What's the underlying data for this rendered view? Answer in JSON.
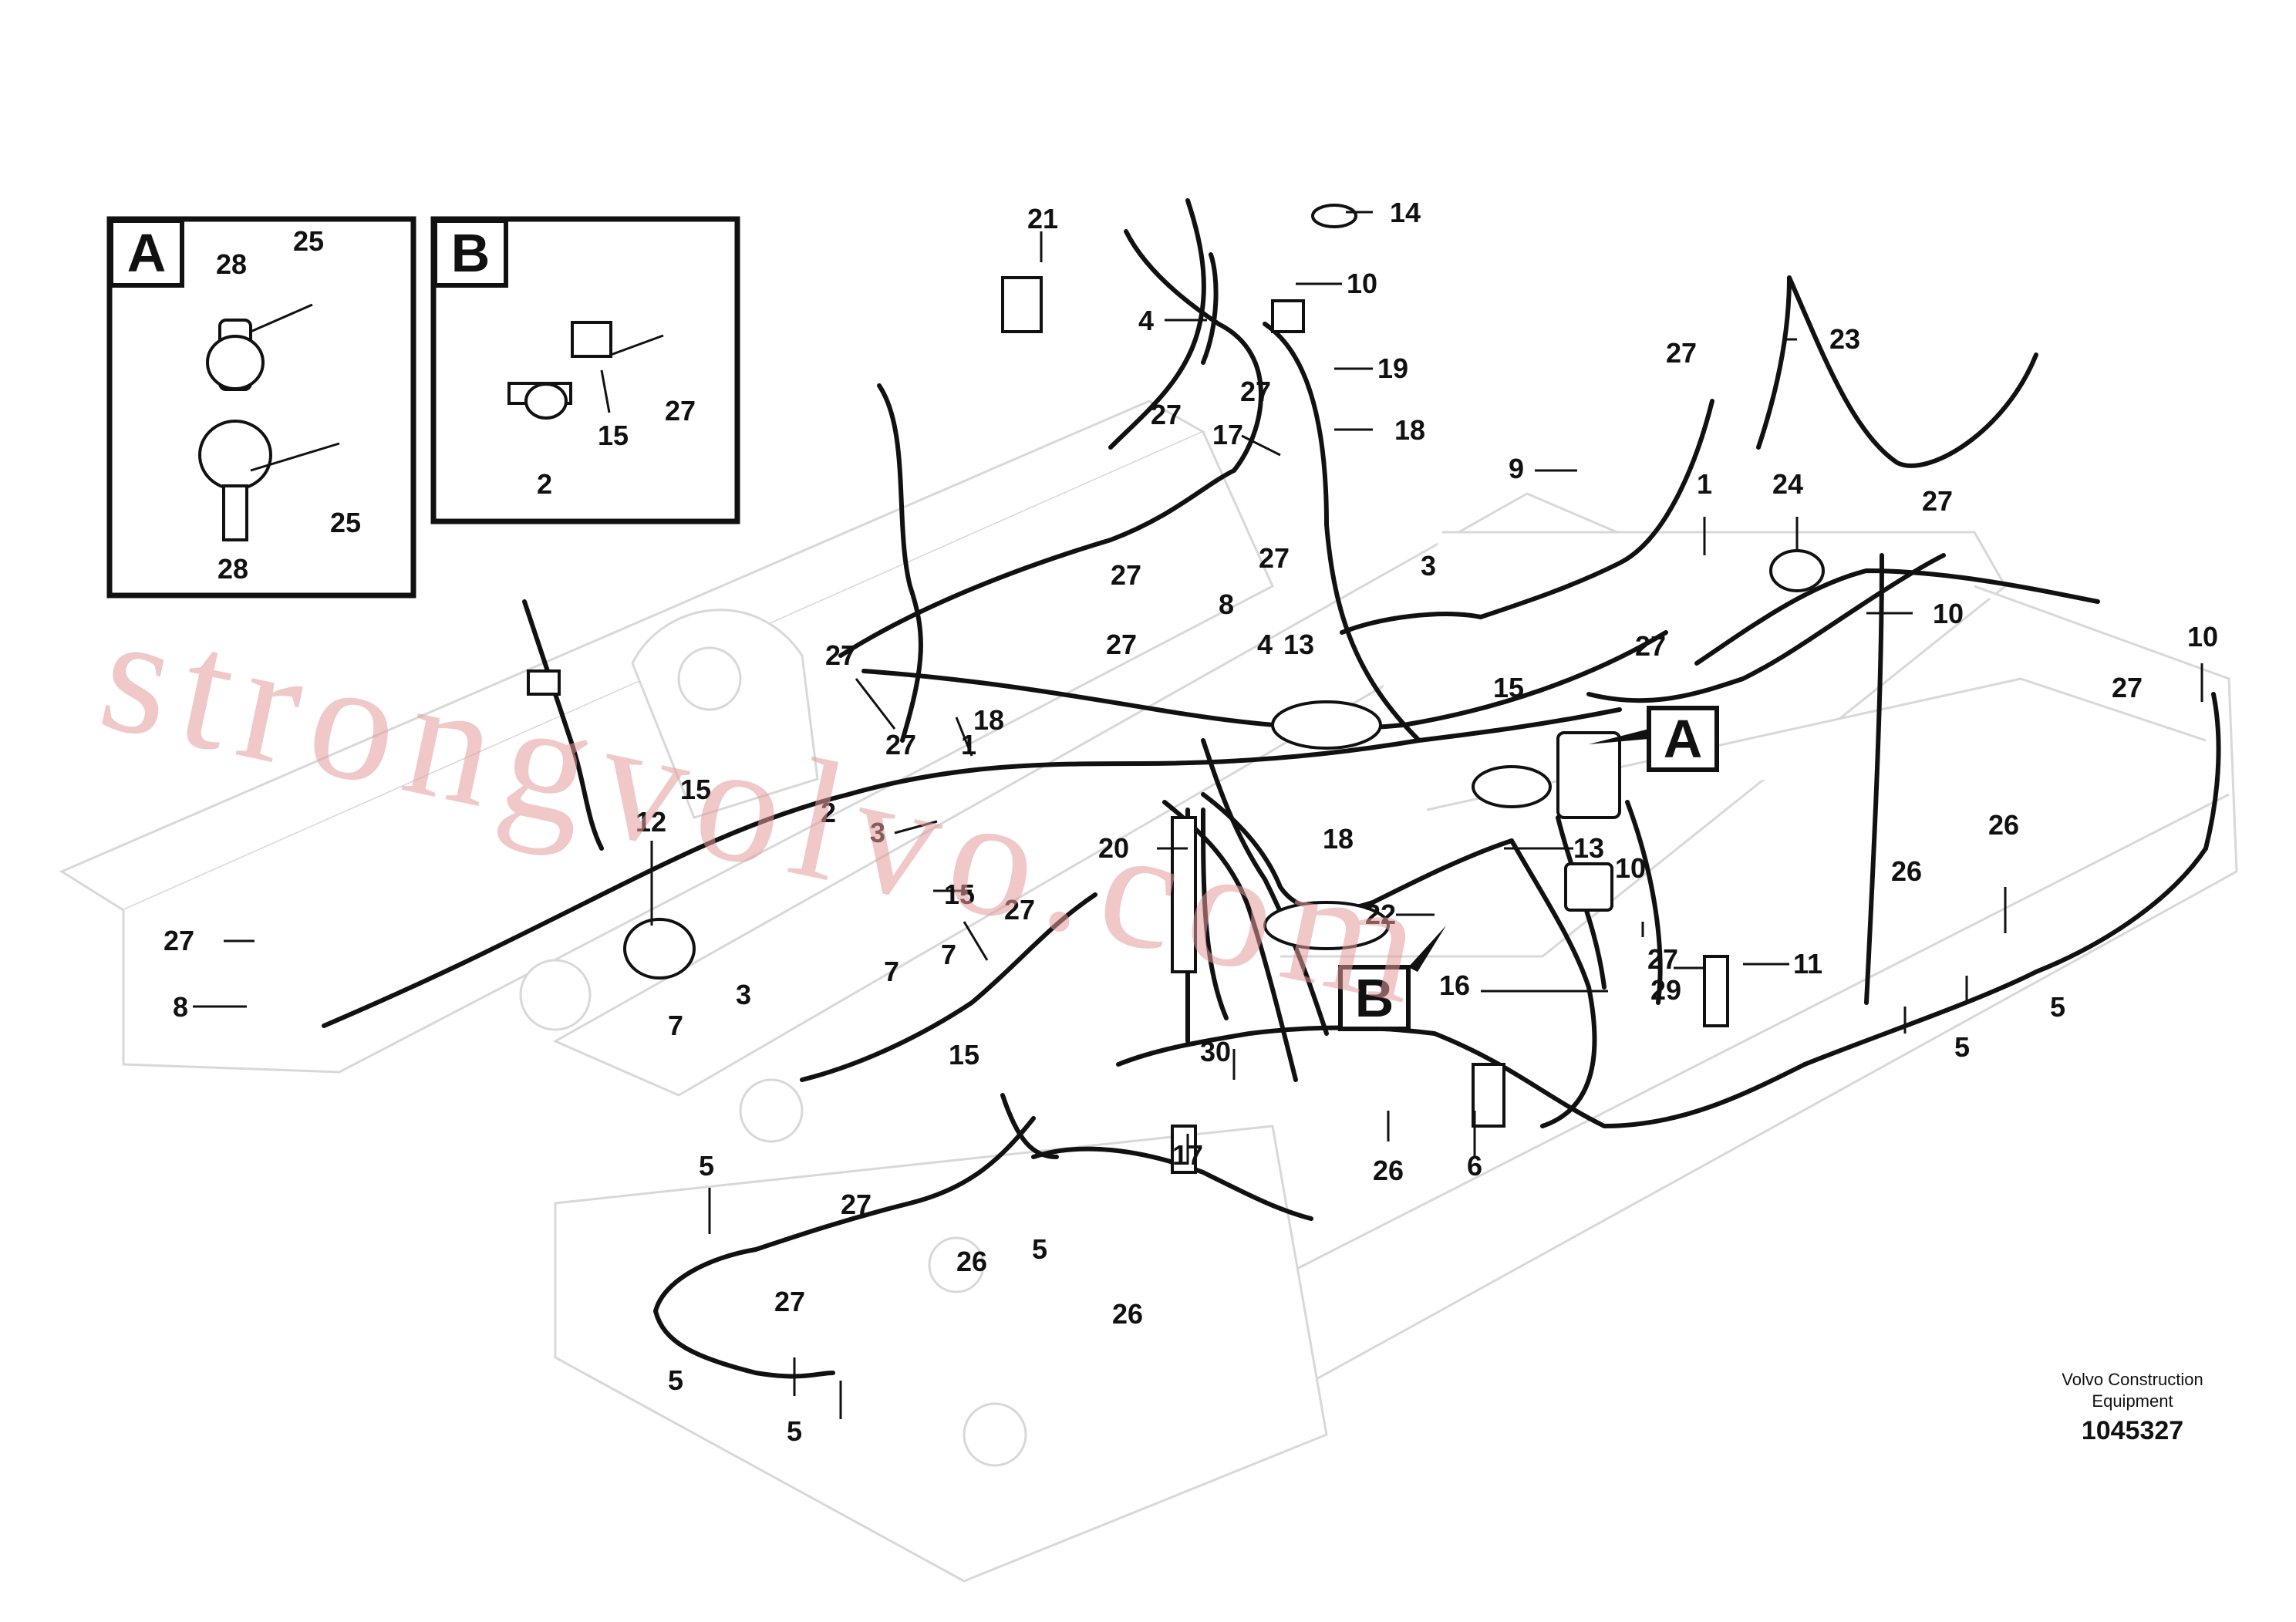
{
  "insets": {
    "a": {
      "letter": "A",
      "labels": [
        "25",
        "28",
        "25",
        "28"
      ]
    },
    "b": {
      "letter": "B",
      "labels": [
        "15",
        "27",
        "2"
      ]
    }
  },
  "view_tags": {
    "a": "A",
    "b": "B"
  },
  "callouts": [
    "21",
    "14",
    "10",
    "4",
    "19",
    "27",
    "27",
    "23",
    "27",
    "18",
    "17",
    "9",
    "1",
    "24",
    "27",
    "27",
    "8",
    "27",
    "3",
    "27",
    "10",
    "27",
    "4",
    "13",
    "27",
    "18",
    "10",
    "15",
    "27",
    "27",
    "1",
    "18",
    "12",
    "15",
    "2",
    "3",
    "15",
    "27",
    "20",
    "22",
    "13",
    "10",
    "18",
    "27",
    "7",
    "3",
    "7",
    "7",
    "8",
    "15",
    "16",
    "27",
    "29",
    "11",
    "26",
    "26",
    "5",
    "5",
    "30",
    "6",
    "26",
    "17",
    "5",
    "27",
    "5",
    "26",
    "26",
    "27",
    "5",
    "5"
  ],
  "credit": {
    "line1": "Volvo Construction",
    "line2": "Equipment"
  },
  "drawing_number": "1045327",
  "watermark": "strongvolvo.com"
}
